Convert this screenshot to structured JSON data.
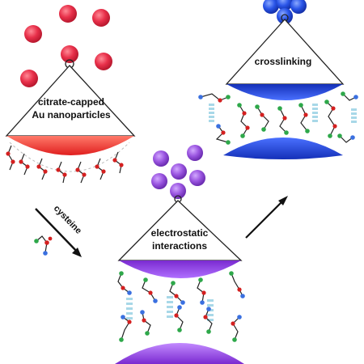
{
  "labels": {
    "citrate_line1": "citrate-capped",
    "citrate_line2": "Au nanoparticles",
    "cysteine": "cysteine",
    "electrostatic_line1": "electrostatic",
    "electrostatic_line2": "interactions",
    "crosslinking": "crosslinking"
  },
  "colors": {
    "citrate_particle": "#e8304a",
    "citrate_surface": "#e8262a",
    "electrostatic_particle": "#9a55e0",
    "electrostatic_surface": "#9a44f0",
    "crosslinked_particle": "#2a55e8",
    "crosslinked_surface": "#1f3fd8",
    "hbond_ladder": "#a8d8e8",
    "atom_red": "#d42020",
    "atom_green": "#2ea84a",
    "atom_blue": "#3a70e0",
    "bond": "#222222",
    "arrow": "#111111"
  }
}
